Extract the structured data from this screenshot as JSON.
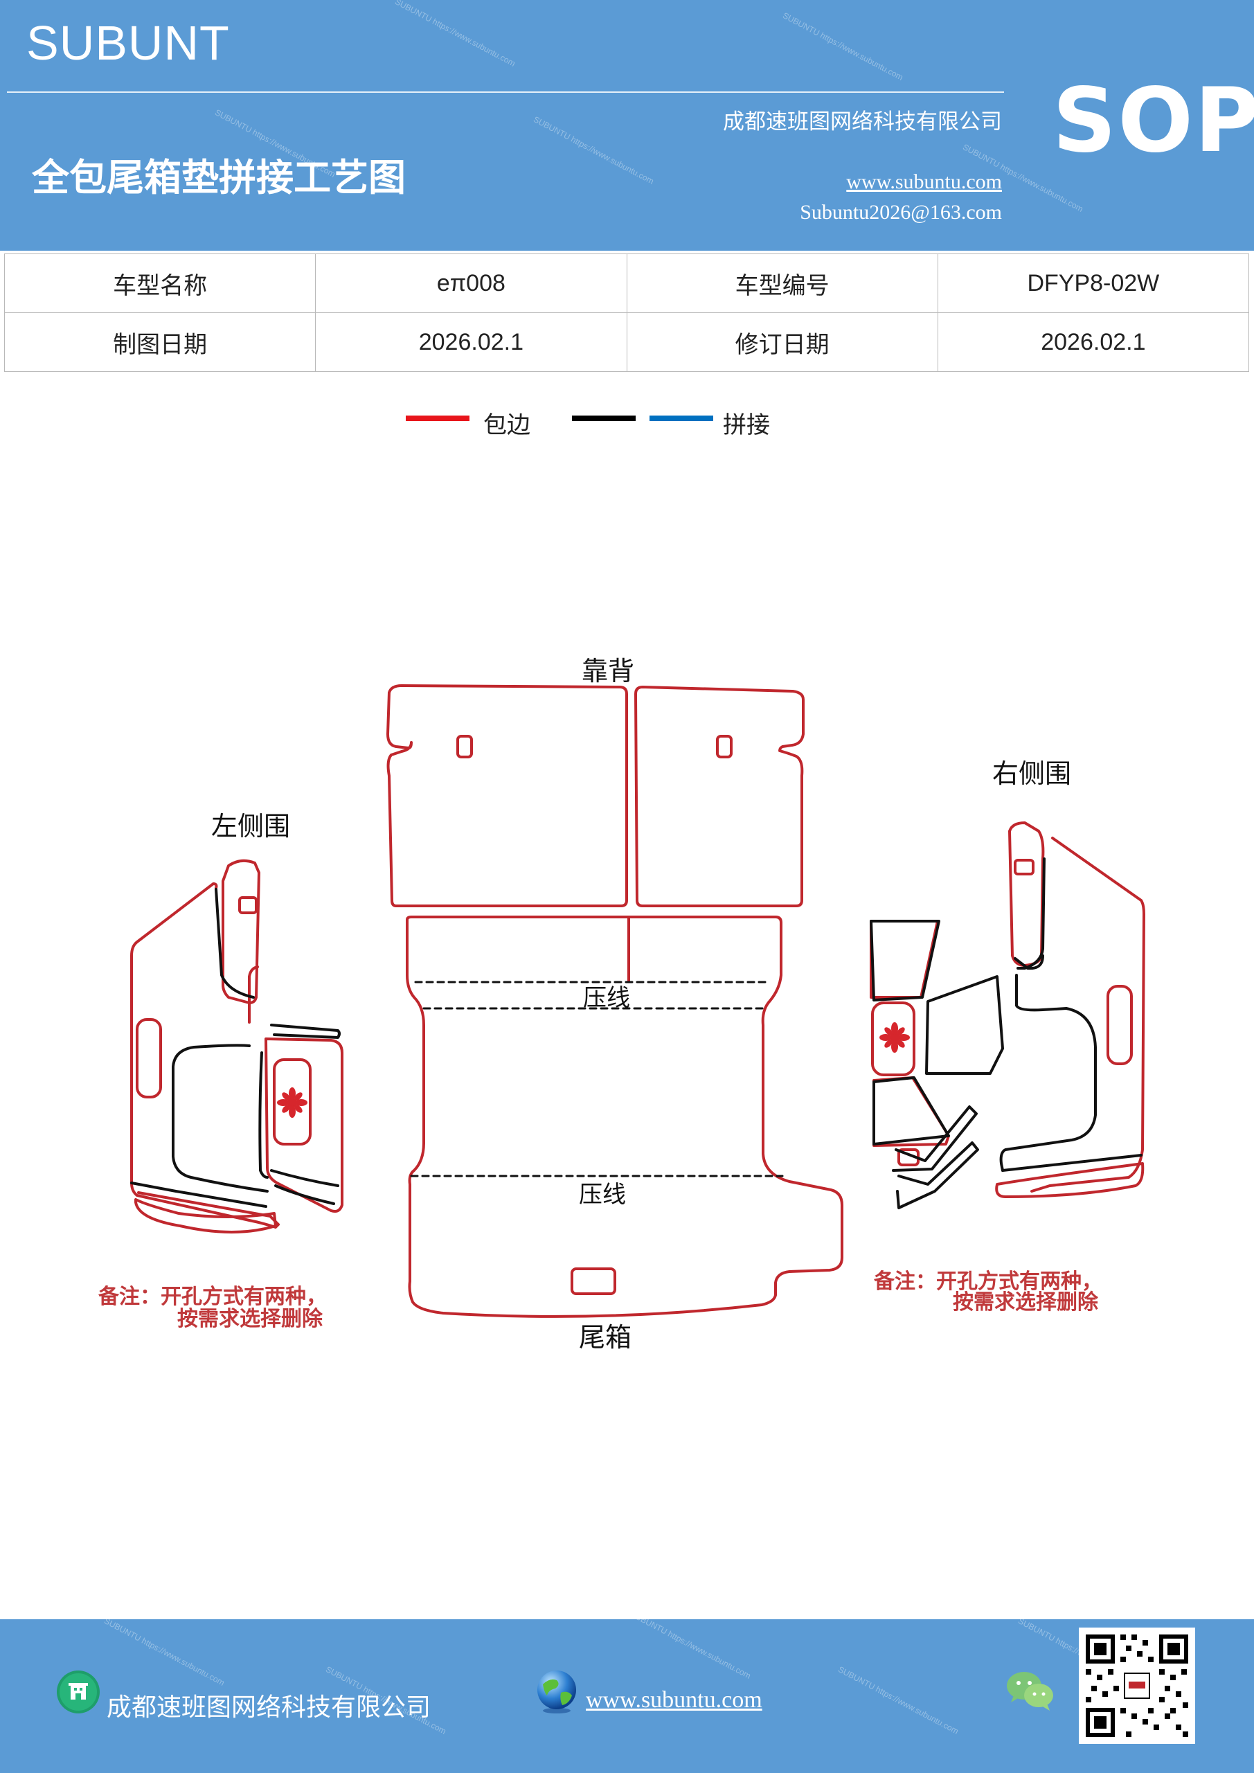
{
  "header": {
    "brand": "SUBUNT",
    "title": "全包尾箱垫拼接工艺图",
    "company": "成都速班图网络科技有限公司",
    "website": "www.subuntu.com",
    "email": "Subuntu2026@163.com",
    "badge": "SOP",
    "color": "#5b9bd5"
  },
  "info_table": {
    "rows": [
      [
        "车型名称",
        "eπ008",
        "车型编号",
        "DFYP8-02W"
      ],
      [
        "制图日期",
        "2026.02.1",
        "修订日期",
        "2026.02.1"
      ]
    ]
  },
  "legend": {
    "items": [
      {
        "label": "包边",
        "colors": [
          "#e8151b"
        ]
      },
      {
        "label": "拼接",
        "colors": [
          "#000000",
          "#0070c0"
        ]
      }
    ]
  },
  "diagram": {
    "labels": {
      "back": "靠背",
      "left_side": "左侧围",
      "right_side": "右侧围",
      "press_line_1": "压线",
      "press_line_2": "压线",
      "trunk": "尾箱"
    },
    "notes": {
      "left_line1": "备注：开孔方式有两种，",
      "left_line2": "按需求选择删除",
      "right_line1": "备注：开孔方式有两种，",
      "right_line2": "按需求选择删除"
    },
    "colors": {
      "edge": "#c0272d",
      "seam": "#111111",
      "note": "#c0393b"
    }
  },
  "footer": {
    "company": "成都速班图网络科技有限公司",
    "website": "www.subuntu.com",
    "icons": [
      "building-icon",
      "globe-icon",
      "wechat-icon",
      "qr-code"
    ]
  }
}
